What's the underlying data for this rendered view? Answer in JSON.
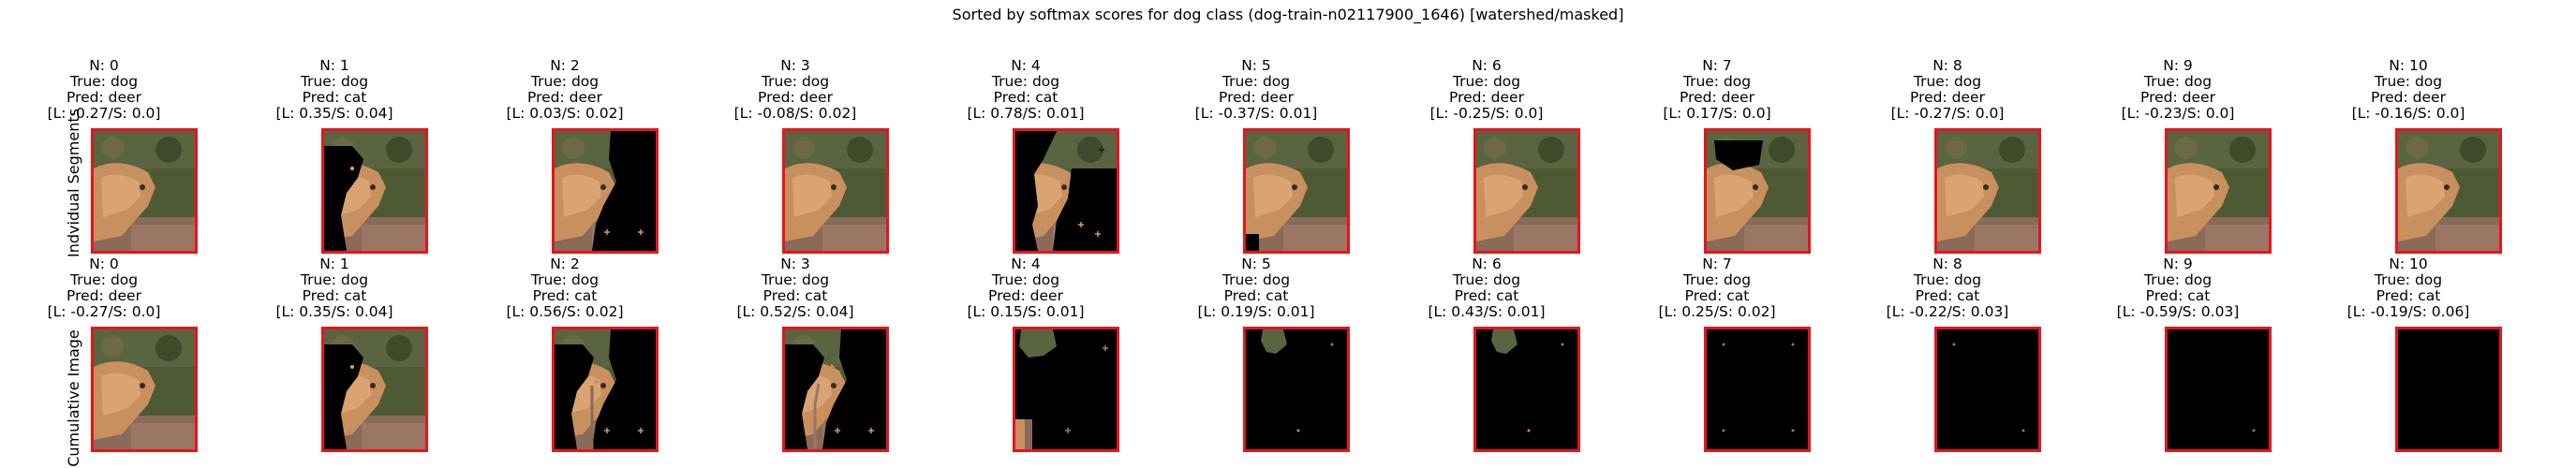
{
  "title": "Sorted by softmax scores for dog class (dog-train-n02117900_1646) [watershed/masked]",
  "rows": [
    {
      "label": "Indvidual Segments",
      "cells": [
        {
          "n": "N: 0",
          "true": "True: dog",
          "pred": "Pred: deer",
          "score": "[L: -0.27/S: 0.0]",
          "variant": "full"
        },
        {
          "n": "N: 1",
          "true": "True: dog",
          "pred": "Pred: cat",
          "score": "[L: 0.35/S: 0.04]",
          "variant": "seg1"
        },
        {
          "n": "N: 2",
          "true": "True: dog",
          "pred": "Pred: deer",
          "score": "[L: 0.03/S: 0.02]",
          "variant": "seg2"
        },
        {
          "n": "N: 3",
          "true": "True: dog",
          "pred": "Pred: deer",
          "score": "[L: -0.08/S: 0.02]",
          "variant": "full"
        },
        {
          "n": "N: 4",
          "true": "True: dog",
          "pred": "Pred: cat",
          "score": "[L: 0.78/S: 0.01]",
          "variant": "seg4"
        },
        {
          "n": "N: 5",
          "true": "True: dog",
          "pred": "Pred: deer",
          "score": "[L: -0.37/S: 0.01]",
          "variant": "seg5"
        },
        {
          "n": "N: 6",
          "true": "True: dog",
          "pred": "Pred: deer",
          "score": "[L: -0.25/S: 0.0]",
          "variant": "full"
        },
        {
          "n": "N: 7",
          "true": "True: dog",
          "pred": "Pred: deer",
          "score": "[L: 0.17/S: 0.0]",
          "variant": "seg7"
        },
        {
          "n": "N: 8",
          "true": "True: dog",
          "pred": "Pred: deer",
          "score": "[L: -0.27/S: 0.0]",
          "variant": "full"
        },
        {
          "n": "N: 9",
          "true": "True: dog",
          "pred": "Pred: deer",
          "score": "[L: -0.23/S: 0.0]",
          "variant": "full"
        },
        {
          "n": "N: 10",
          "true": "True: dog",
          "pred": "Pred: deer",
          "score": "[L: -0.16/S: 0.0]",
          "variant": "full"
        }
      ]
    },
    {
      "label": "Cumulative Image",
      "cells": [
        {
          "n": "N: 0",
          "true": "True: dog",
          "pred": "Pred: deer",
          "score": "[L: -0.27/S: 0.0]",
          "variant": "full"
        },
        {
          "n": "N: 1",
          "true": "True: dog",
          "pred": "Pred: cat",
          "score": "[L: 0.35/S: 0.04]",
          "variant": "seg1"
        },
        {
          "n": "N: 2",
          "true": "True: dog",
          "pred": "Pred: cat",
          "score": "[L: 0.56/S: 0.02]",
          "variant": "cum2"
        },
        {
          "n": "N: 3",
          "true": "True: dog",
          "pred": "Pred: cat",
          "score": "[L: 0.52/S: 0.04]",
          "variant": "cum3"
        },
        {
          "n": "N: 4",
          "true": "True: dog",
          "pred": "Pred: deer",
          "score": "[L: 0.15/S: 0.01]",
          "variant": "cum4"
        },
        {
          "n": "N: 5",
          "true": "True: dog",
          "pred": "Pred: cat",
          "score": "[L: 0.19/S: 0.01]",
          "variant": "cum5"
        },
        {
          "n": "N: 6",
          "true": "True: dog",
          "pred": "Pred: cat",
          "score": "[L: 0.43/S: 0.01]",
          "variant": "cum5"
        },
        {
          "n": "N: 7",
          "true": "True: dog",
          "pred": "Pred: cat",
          "score": "[L: 0.25/S: 0.02]",
          "variant": "dots4"
        },
        {
          "n": "N: 8",
          "true": "True: dog",
          "pred": "Pred: cat",
          "score": "[L: -0.22/S: 0.03]",
          "variant": "dots2"
        },
        {
          "n": "N: 9",
          "true": "True: dog",
          "pred": "Pred: cat",
          "score": "[L: -0.59/S: 0.03]",
          "variant": "dots1"
        },
        {
          "n": "N: 10",
          "true": "True: dog",
          "pred": "Pred: cat",
          "score": "[L: -0.19/S: 0.06]",
          "variant": "black"
        }
      ]
    }
  ],
  "colors": {
    "frame": "#e8141c",
    "masked": "#000000",
    "fur": "#c8905e",
    "foliage": "#4e5a34",
    "ground": "#8a6a58"
  }
}
